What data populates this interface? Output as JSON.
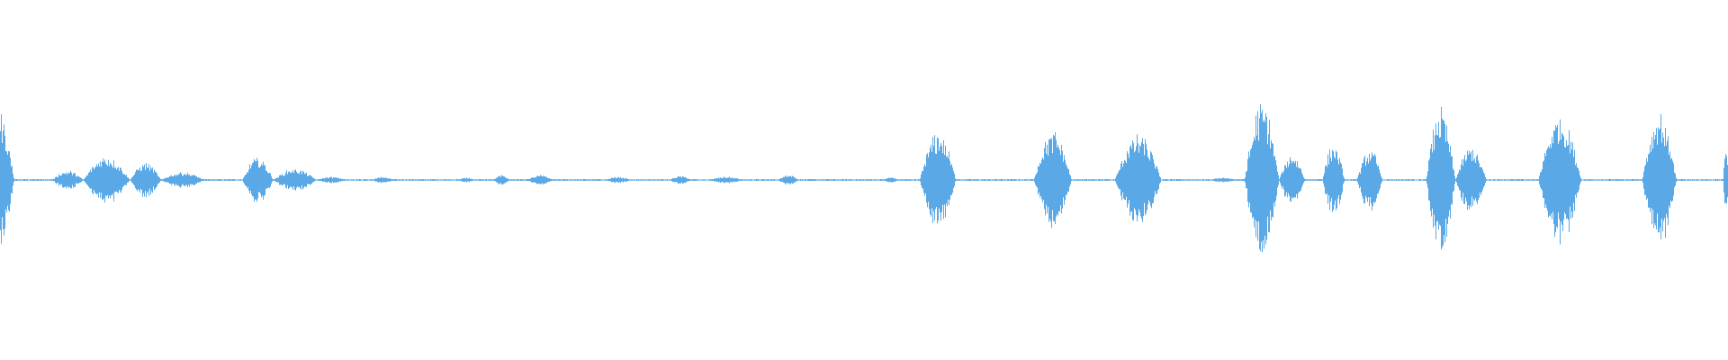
{
  "waveform": {
    "color": "#5aa9e6",
    "background": "#ffffff",
    "baseline_amplitude": 0.006,
    "segments": [
      {
        "start": 0.0,
        "end": 0.008,
        "amplitude": 0.4,
        "shape": "fade-out"
      },
      {
        "start": 0.03,
        "end": 0.048,
        "amplitude": 0.06,
        "shape": "hill"
      },
      {
        "start": 0.048,
        "end": 0.075,
        "amplitude": 0.15,
        "shape": "hill"
      },
      {
        "start": 0.075,
        "end": 0.093,
        "amplitude": 0.11,
        "shape": "hill"
      },
      {
        "start": 0.093,
        "end": 0.118,
        "amplitude": 0.05,
        "shape": "hill"
      },
      {
        "start": 0.14,
        "end": 0.158,
        "amplitude": 0.14,
        "shape": "hill"
      },
      {
        "start": 0.158,
        "end": 0.183,
        "amplitude": 0.07,
        "shape": "hill"
      },
      {
        "start": 0.183,
        "end": 0.2,
        "amplitude": 0.02,
        "shape": "hill"
      },
      {
        "start": 0.215,
        "end": 0.228,
        "amplitude": 0.02,
        "shape": "hill"
      },
      {
        "start": 0.265,
        "end": 0.275,
        "amplitude": 0.015,
        "shape": "hill"
      },
      {
        "start": 0.285,
        "end": 0.295,
        "amplitude": 0.03,
        "shape": "hill"
      },
      {
        "start": 0.305,
        "end": 0.32,
        "amplitude": 0.03,
        "shape": "hill"
      },
      {
        "start": 0.35,
        "end": 0.365,
        "amplitude": 0.02,
        "shape": "hill"
      },
      {
        "start": 0.387,
        "end": 0.4,
        "amplitude": 0.025,
        "shape": "hill"
      },
      {
        "start": 0.41,
        "end": 0.43,
        "amplitude": 0.02,
        "shape": "hill"
      },
      {
        "start": 0.45,
        "end": 0.462,
        "amplitude": 0.03,
        "shape": "hill"
      },
      {
        "start": 0.51,
        "end": 0.52,
        "amplitude": 0.015,
        "shape": "hill"
      },
      {
        "start": 0.532,
        "end": 0.553,
        "amplitude": 0.3,
        "shape": "hill"
      },
      {
        "start": 0.598,
        "end": 0.62,
        "amplitude": 0.3,
        "shape": "hill"
      },
      {
        "start": 0.645,
        "end": 0.672,
        "amplitude": 0.28,
        "shape": "hill"
      },
      {
        "start": 0.7,
        "end": 0.715,
        "amplitude": 0.015,
        "shape": "hill"
      },
      {
        "start": 0.72,
        "end": 0.74,
        "amplitude": 0.48,
        "shape": "hill"
      },
      {
        "start": 0.74,
        "end": 0.755,
        "amplitude": 0.16,
        "shape": "hill"
      },
      {
        "start": 0.765,
        "end": 0.778,
        "amplitude": 0.22,
        "shape": "hill"
      },
      {
        "start": 0.785,
        "end": 0.8,
        "amplitude": 0.19,
        "shape": "hill"
      },
      {
        "start": 0.825,
        "end": 0.842,
        "amplitude": 0.45,
        "shape": "hill"
      },
      {
        "start": 0.842,
        "end": 0.86,
        "amplitude": 0.2,
        "shape": "hill"
      },
      {
        "start": 0.89,
        "end": 0.915,
        "amplitude": 0.4,
        "shape": "hill"
      },
      {
        "start": 0.95,
        "end": 0.97,
        "amplitude": 0.42,
        "shape": "hill"
      },
      {
        "start": 0.997,
        "end": 1.0,
        "amplitude": 0.2,
        "shape": "hill"
      }
    ]
  }
}
